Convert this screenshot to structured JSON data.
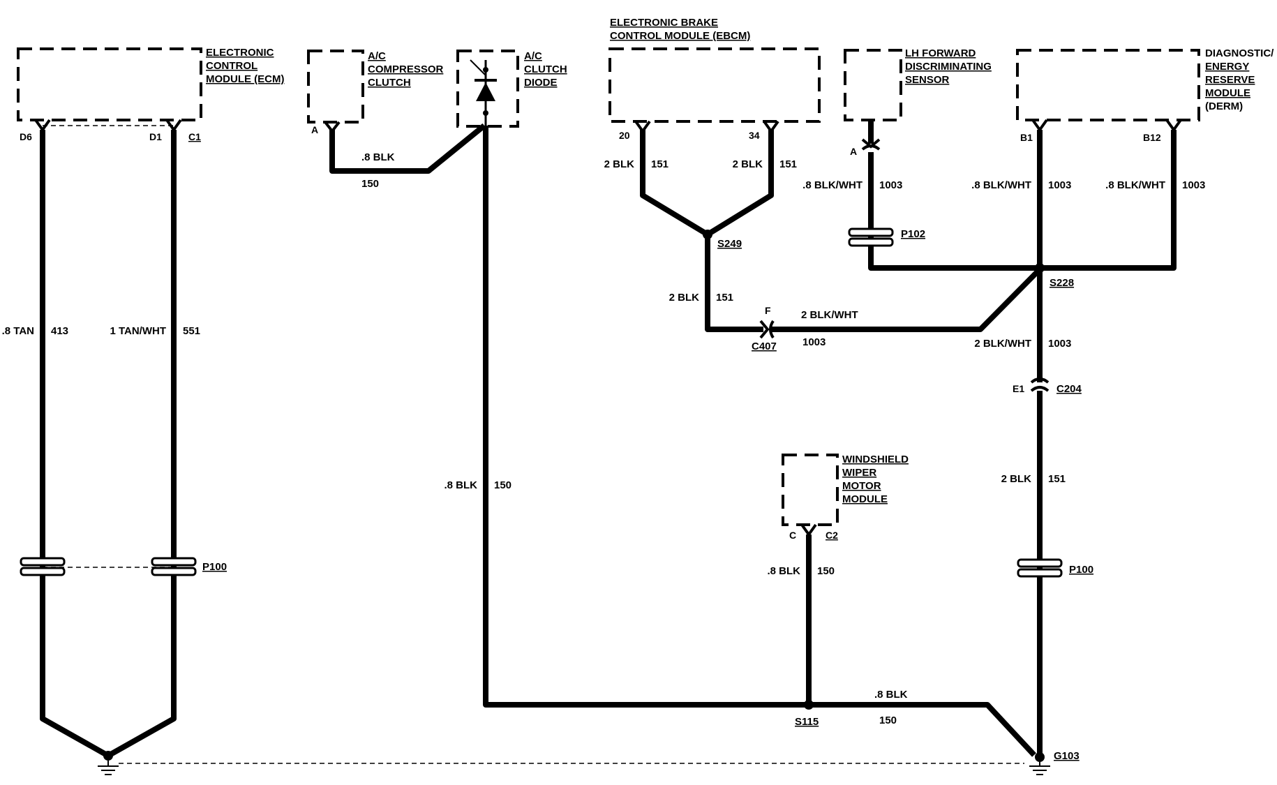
{
  "components": {
    "ecm": {
      "line1": "ELECTRONIC",
      "line2": "CONTROL",
      "line3": "MODULE (ECM)"
    },
    "ac_clutch": {
      "line1": "A/C",
      "line2": "COMPRESSOR",
      "line3": "CLUTCH"
    },
    "ac_diode": {
      "line1": "A/C",
      "line2": "CLUTCH",
      "line3": "DIODE"
    },
    "ebcm": {
      "line1": "ELECTRONIC BRAKE",
      "line2": "CONTROL MODULE (EBCM)"
    },
    "lh_sensor": {
      "line1": "LH FORWARD",
      "line2": "DISCRIMINATING",
      "line3": "SENSOR"
    },
    "derm": {
      "line1": "DIAGNOSTIC/",
      "line2": "ENERGY",
      "line3": "RESERVE",
      "line4": "MODULE",
      "line5": "(DERM)"
    },
    "wiper": {
      "line1": "WINDSHIELD",
      "line2": "WIPER",
      "line3": "MOTOR",
      "line4": "MODULE"
    }
  },
  "pins": {
    "ecm_d6": "D6",
    "ecm_d1": "D1",
    "ecm_conn": "C1",
    "clutch_a": "A",
    "ebcm_20": "20",
    "ebcm_34": "34",
    "sensor_a": "A",
    "derm_b1": "B1",
    "derm_b12": "B12",
    "wiper_c": "C",
    "wiper_conn": "C2",
    "c407_pin": "F",
    "c204_pin": "E1"
  },
  "wires": {
    "ecm_left": {
      "gauge": ".8 TAN",
      "circuit": "413"
    },
    "ecm_right": {
      "gauge": "1 TAN/WHT",
      "circuit": "551"
    },
    "clutch": {
      "gauge": ".8 BLK",
      "circuit": "150"
    },
    "diode_down": {
      "gauge": ".8 BLK",
      "circuit": "150"
    },
    "ebcm_20": {
      "gauge": "2 BLK",
      "circuit": "151"
    },
    "ebcm_34": {
      "gauge": "2 BLK",
      "circuit": "151"
    },
    "s249_down": {
      "gauge": "2 BLK",
      "circuit": "151"
    },
    "c407_right": {
      "gauge": "2 BLK/WHT",
      "circuit": "1003"
    },
    "sensor": {
      "gauge": ".8 BLK/WHT",
      "circuit": "1003"
    },
    "derm_b1": {
      "gauge": ".8 BLK/WHT",
      "circuit": "1003"
    },
    "derm_b12": {
      "gauge": ".8 BLK/WHT",
      "circuit": "1003"
    },
    "s228_down": {
      "gauge": "2 BLK/WHT",
      "circuit": "1003"
    },
    "c204_down": {
      "gauge": "2 BLK",
      "circuit": "151"
    },
    "wiper": {
      "gauge": ".8 BLK",
      "circuit": "150"
    },
    "s115_right": {
      "gauge": ".8 BLK",
      "circuit": "150"
    }
  },
  "connectors": {
    "p100": "P100",
    "p100_right": "P100",
    "p102": "P102",
    "c407": "C407",
    "c204": "C204"
  },
  "splices": {
    "s249": "S249",
    "s228": "S228",
    "s115": "S115"
  },
  "grounds": {
    "g103": "G103"
  }
}
